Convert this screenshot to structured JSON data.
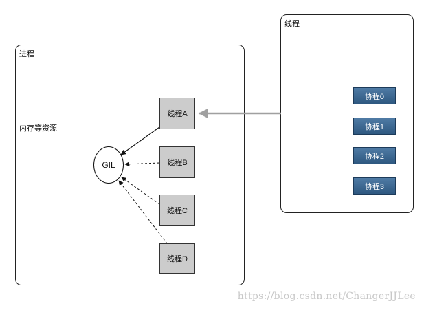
{
  "process": {
    "label": "进程",
    "resource_label": "内存等资源"
  },
  "thread_group": {
    "label": "线程"
  },
  "gil": {
    "label": "GIL"
  },
  "threads": [
    {
      "label": "线程A",
      "active": true
    },
    {
      "label": "线程B",
      "active": false
    },
    {
      "label": "线程C",
      "active": false
    },
    {
      "label": "线程D",
      "active": false
    }
  ],
  "coroutines": [
    {
      "label": "协程0"
    },
    {
      "label": "协程1"
    },
    {
      "label": "协程2"
    },
    {
      "label": "协程3"
    }
  ],
  "watermark": "https://blog.csdn.net/ChangerJJLee",
  "colors": {
    "thread_fill": "#cccccc",
    "coroutine_fill": "#3a6690",
    "connector_gray": "#a0a0a0"
  }
}
